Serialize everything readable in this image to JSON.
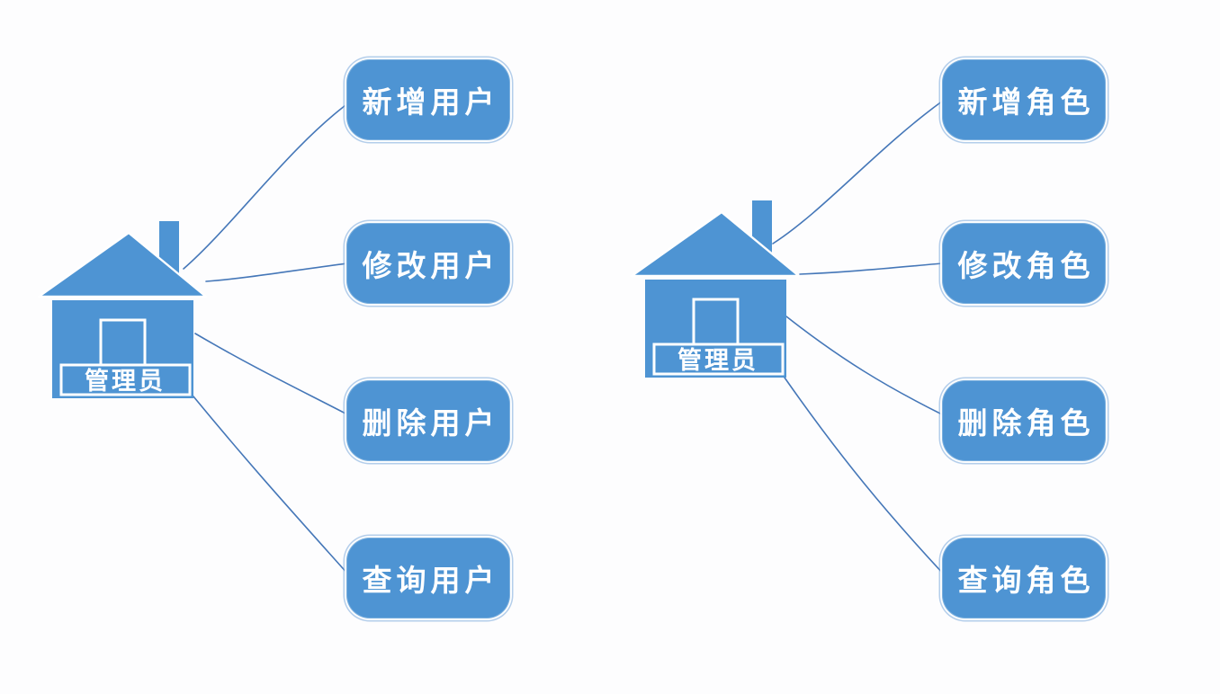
{
  "diagram": {
    "type": "use-case",
    "left": {
      "actor": "管理员",
      "use_cases": [
        "新增用户",
        "修改用户",
        "删除用户",
        "查询用户"
      ]
    },
    "right": {
      "actor": "管理员",
      "use_cases": [
        "新增角色",
        "修改角色",
        "删除角色",
        "查询角色"
      ]
    }
  },
  "icons": {
    "actor_icon": "house-icon"
  },
  "colors": {
    "node_fill": "#4E94D3",
    "node_text": "#FFFFFF",
    "connector": "#4577B8",
    "background": "#FDFDFE"
  }
}
